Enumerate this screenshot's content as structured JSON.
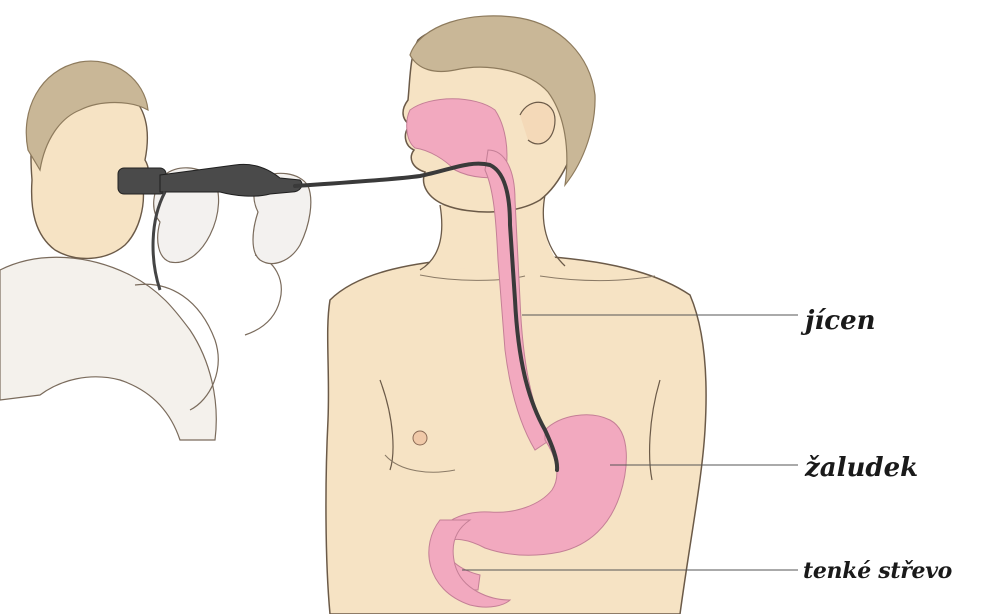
{
  "labels": {
    "esophagus": "jícen",
    "stomach": "žaludek",
    "small_intestine": "tenké střevo"
  },
  "colors": {
    "skin": "#f6e3c4",
    "organ_pink": "#f2a9bf",
    "outline": "#5a4a3a",
    "hair": "#b7a58a",
    "scope": "#3a3a3a"
  }
}
